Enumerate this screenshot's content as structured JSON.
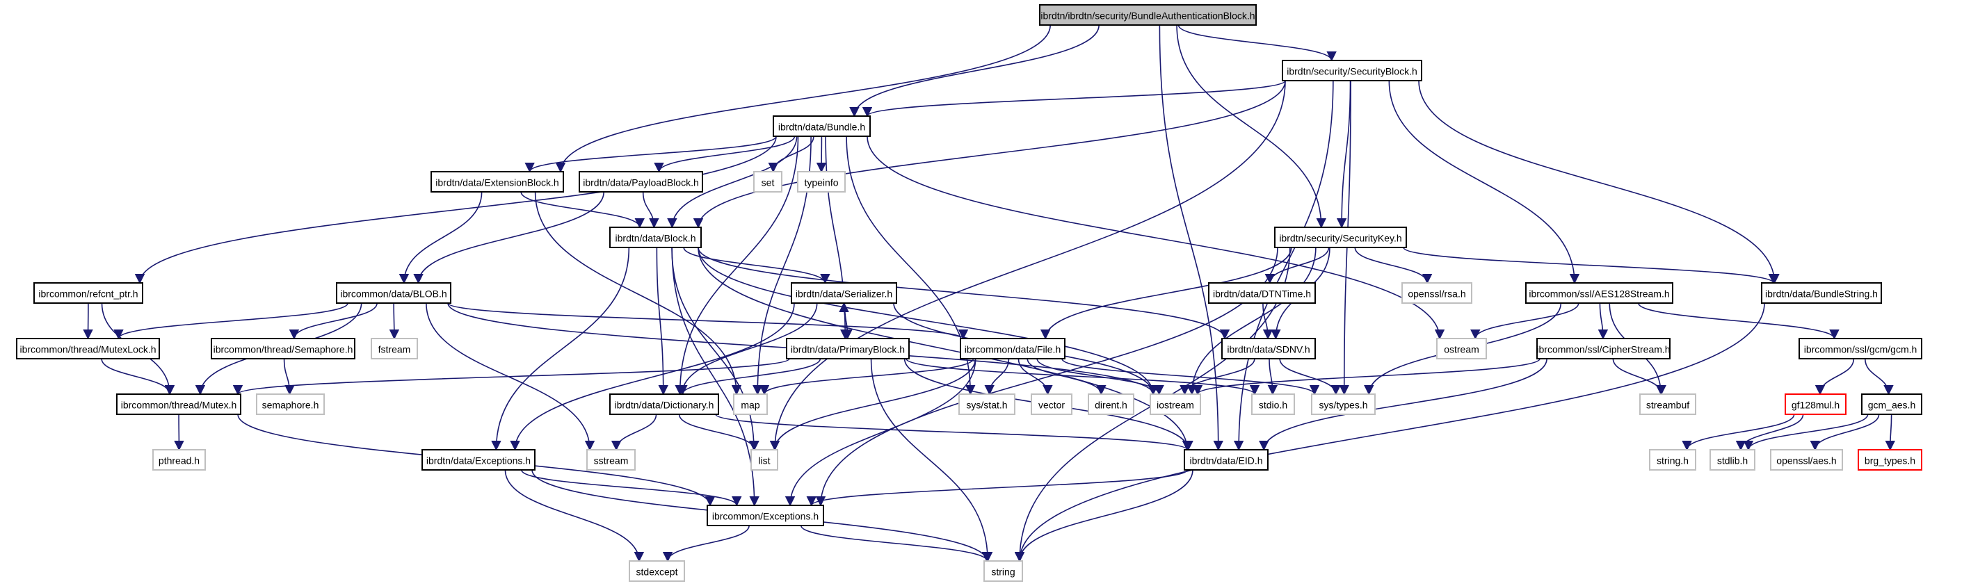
{
  "diagram": {
    "type": "include-dependency-graph",
    "colors": {
      "edge": "#191970",
      "root_fill": "#bfbfbf",
      "local_border": "#000000",
      "system_border": "#bfbfbf",
      "missing_border": "#ff0000"
    },
    "nodes": [
      {
        "id": "root",
        "label": "ibrdtn/ibrdtn/security/BundleAuthenticationBlock.h",
        "kind": "root"
      },
      {
        "id": "securityblock",
        "label": "ibrdtn/security/SecurityBlock.h",
        "kind": "local"
      },
      {
        "id": "bundle",
        "label": "ibrdtn/data/Bundle.h",
        "kind": "local"
      },
      {
        "id": "extensionblock",
        "label": "ibrdtn/data/ExtensionBlock.h",
        "kind": "local"
      },
      {
        "id": "payloadblock",
        "label": "ibrdtn/data/PayloadBlock.h",
        "kind": "local"
      },
      {
        "id": "set",
        "label": "set",
        "kind": "system"
      },
      {
        "id": "typeinfo",
        "label": "typeinfo",
        "kind": "system"
      },
      {
        "id": "block",
        "label": "ibrdtn/data/Block.h",
        "kind": "local"
      },
      {
        "id": "securitykey",
        "label": "ibrdtn/security/SecurityKey.h",
        "kind": "local"
      },
      {
        "id": "refcnt",
        "label": "ibrcommon/refcnt_ptr.h",
        "kind": "local"
      },
      {
        "id": "blob",
        "label": "ibrcommon/data/BLOB.h",
        "kind": "local"
      },
      {
        "id": "serializer",
        "label": "ibrdtn/data/Serializer.h",
        "kind": "local"
      },
      {
        "id": "dtntime",
        "label": "ibrdtn/data/DTNTime.h",
        "kind": "local"
      },
      {
        "id": "opensslrsa",
        "label": "openssl/rsa.h",
        "kind": "system"
      },
      {
        "id": "aes128",
        "label": "ibrcommon/ssl/AES128Stream.h",
        "kind": "local"
      },
      {
        "id": "bundlestring",
        "label": "ibrdtn/data/BundleString.h",
        "kind": "local"
      },
      {
        "id": "mutexlock",
        "label": "ibrcommon/thread/MutexLock.h",
        "kind": "local"
      },
      {
        "id": "semaphore",
        "label": "ibrcommon/thread/Semaphore.h",
        "kind": "local"
      },
      {
        "id": "fstream",
        "label": "fstream",
        "kind": "system"
      },
      {
        "id": "primaryblock",
        "label": "ibrdtn/data/PrimaryBlock.h",
        "kind": "local"
      },
      {
        "id": "file",
        "label": "ibrcommon/data/File.h",
        "kind": "local"
      },
      {
        "id": "sdnv",
        "label": "ibrdtn/data/SDNV.h",
        "kind": "local"
      },
      {
        "id": "ostream",
        "label": "ostream",
        "kind": "system"
      },
      {
        "id": "cipherstream",
        "label": "ibrcommon/ssl/CipherStream.h",
        "kind": "local"
      },
      {
        "id": "gcm",
        "label": "ibrcommon/ssl/gcm/gcm.h",
        "kind": "local"
      },
      {
        "id": "mutex",
        "label": "ibrcommon/thread/Mutex.h",
        "kind": "local"
      },
      {
        "id": "semaphoreh",
        "label": "semaphore.h",
        "kind": "system"
      },
      {
        "id": "dictionary",
        "label": "ibrdtn/data/Dictionary.h",
        "kind": "local"
      },
      {
        "id": "map",
        "label": "map",
        "kind": "system"
      },
      {
        "id": "sysstat",
        "label": "sys/stat.h",
        "kind": "system"
      },
      {
        "id": "vector",
        "label": "vector",
        "kind": "system"
      },
      {
        "id": "dirent",
        "label": "dirent.h",
        "kind": "system"
      },
      {
        "id": "iostream",
        "label": "iostream",
        "kind": "system"
      },
      {
        "id": "stdio",
        "label": "stdio.h",
        "kind": "system"
      },
      {
        "id": "systypes",
        "label": "sys/types.h",
        "kind": "system"
      },
      {
        "id": "streambuf",
        "label": "streambuf",
        "kind": "system"
      },
      {
        "id": "gf128mul",
        "label": "gf128mul.h",
        "kind": "missing"
      },
      {
        "id": "gcmaes",
        "label": "gcm_aes.h",
        "kind": "local"
      },
      {
        "id": "pthread",
        "label": "pthread.h",
        "kind": "system"
      },
      {
        "id": "dtnexceptions",
        "label": "ibrdtn/data/Exceptions.h",
        "kind": "local"
      },
      {
        "id": "sstream",
        "label": "sstream",
        "kind": "system"
      },
      {
        "id": "list",
        "label": "list",
        "kind": "system"
      },
      {
        "id": "eid",
        "label": "ibrdtn/data/EID.h",
        "kind": "local"
      },
      {
        "id": "stringh",
        "label": "string.h",
        "kind": "system"
      },
      {
        "id": "stdlib",
        "label": "stdlib.h",
        "kind": "system"
      },
      {
        "id": "opensslaes",
        "label": "openssl/aes.h",
        "kind": "system"
      },
      {
        "id": "brgtypes",
        "label": "brg_types.h",
        "kind": "missing"
      },
      {
        "id": "commonexceptions",
        "label": "ibrcommon/Exceptions.h",
        "kind": "local"
      },
      {
        "id": "stdexcept",
        "label": "stdexcept",
        "kind": "system"
      },
      {
        "id": "string",
        "label": "string",
        "kind": "system"
      }
    ],
    "edges": [
      [
        "root",
        "securityblock"
      ],
      [
        "root",
        "bundle"
      ],
      [
        "root",
        "extensionblock"
      ],
      [
        "root",
        "securitykey"
      ],
      [
        "root",
        "eid"
      ],
      [
        "securityblock",
        "bundle"
      ],
      [
        "securityblock",
        "block"
      ],
      [
        "securityblock",
        "securitykey"
      ],
      [
        "securityblock",
        "aes128"
      ],
      [
        "securityblock",
        "bundlestring"
      ],
      [
        "securityblock",
        "list"
      ],
      [
        "securityblock",
        "systypes"
      ],
      [
        "securityblock",
        "eid"
      ],
      [
        "bundle",
        "extensionblock"
      ],
      [
        "bundle",
        "payloadblock"
      ],
      [
        "bundle",
        "set"
      ],
      [
        "bundle",
        "typeinfo"
      ],
      [
        "bundle",
        "block"
      ],
      [
        "bundle",
        "refcnt"
      ],
      [
        "bundle",
        "primaryblock"
      ],
      [
        "bundle",
        "dictionary"
      ],
      [
        "bundle",
        "map"
      ],
      [
        "bundle",
        "ostream"
      ],
      [
        "bundle",
        "sysstat"
      ],
      [
        "extensionblock",
        "block"
      ],
      [
        "extensionblock",
        "blob"
      ],
      [
        "extensionblock",
        "map"
      ],
      [
        "payloadblock",
        "block"
      ],
      [
        "payloadblock",
        "blob"
      ],
      [
        "block",
        "serializer"
      ],
      [
        "block",
        "dictionary"
      ],
      [
        "block",
        "dtnexceptions"
      ],
      [
        "block",
        "list"
      ],
      [
        "block",
        "sdnv"
      ],
      [
        "block",
        "eid"
      ],
      [
        "block",
        "commonexceptions"
      ],
      [
        "block",
        "iostream"
      ],
      [
        "securitykey",
        "dtntime"
      ],
      [
        "securitykey",
        "sdnv"
      ],
      [
        "securitykey",
        "opensslrsa"
      ],
      [
        "securitykey",
        "bundlestring"
      ],
      [
        "securitykey",
        "file"
      ],
      [
        "securitykey",
        "iostream"
      ],
      [
        "securitykey",
        "commonexceptions"
      ],
      [
        "securitykey",
        "string"
      ],
      [
        "refcnt",
        "mutexlock"
      ],
      [
        "refcnt",
        "mutex"
      ],
      [
        "blob",
        "mutexlock"
      ],
      [
        "blob",
        "mutex"
      ],
      [
        "blob",
        "semaphore"
      ],
      [
        "blob",
        "fstream"
      ],
      [
        "blob",
        "file"
      ],
      [
        "blob",
        "sstream"
      ],
      [
        "blob",
        "iostream"
      ],
      [
        "serializer",
        "primaryblock"
      ],
      [
        "serializer",
        "dictionary"
      ],
      [
        "serializer",
        "dtnexceptions"
      ],
      [
        "serializer",
        "iostream"
      ],
      [
        "primaryblock",
        "serializer"
      ],
      [
        "primaryblock",
        "dictionary"
      ],
      [
        "primaryblock",
        "mutex"
      ],
      [
        "primaryblock",
        "eid"
      ],
      [
        "primaryblock",
        "string"
      ],
      [
        "primaryblock",
        "stdio"
      ],
      [
        "file",
        "map"
      ],
      [
        "file",
        "list"
      ],
      [
        "file",
        "sysstat"
      ],
      [
        "file",
        "vector"
      ],
      [
        "file",
        "dirent"
      ],
      [
        "file",
        "iostream"
      ],
      [
        "file",
        "systypes"
      ],
      [
        "file",
        "commonexceptions"
      ],
      [
        "dtntime",
        "sdnv"
      ],
      [
        "sdnv",
        "iostream"
      ],
      [
        "sdnv",
        "stdio"
      ],
      [
        "sdnv",
        "systypes"
      ],
      [
        "aes128",
        "ostream"
      ],
      [
        "aes128",
        "cipherstream"
      ],
      [
        "aes128",
        "streambuf"
      ],
      [
        "aes128",
        "gcm"
      ],
      [
        "aes128",
        "systypes"
      ],
      [
        "cipherstream",
        "streambuf"
      ],
      [
        "cipherstream",
        "iostream"
      ],
      [
        "cipherstream",
        "eid"
      ],
      [
        "gcm",
        "gf128mul"
      ],
      [
        "gcm",
        "gcmaes"
      ],
      [
        "gf128mul",
        "stringh"
      ],
      [
        "gf128mul",
        "stdlib"
      ],
      [
        "gcmaes",
        "stdlib"
      ],
      [
        "gcmaes",
        "opensslaes"
      ],
      [
        "gcmaes",
        "brgtypes"
      ],
      [
        "mutexlock",
        "mutex"
      ],
      [
        "semaphore",
        "semaphoreh"
      ],
      [
        "mutex",
        "pthread"
      ],
      [
        "mutex",
        "commonexceptions"
      ],
      [
        "dictionary",
        "sstream"
      ],
      [
        "dictionary",
        "list"
      ],
      [
        "dictionary",
        "eid"
      ],
      [
        "dtnexceptions",
        "commonexceptions"
      ],
      [
        "dtnexceptions",
        "stdexcept"
      ],
      [
        "dtnexceptions",
        "string"
      ],
      [
        "eid",
        "commonexceptions"
      ],
      [
        "eid",
        "string"
      ],
      [
        "commonexceptions",
        "stdexcept"
      ],
      [
        "commonexceptions",
        "string"
      ],
      [
        "bundlestring",
        "string"
      ]
    ]
  }
}
